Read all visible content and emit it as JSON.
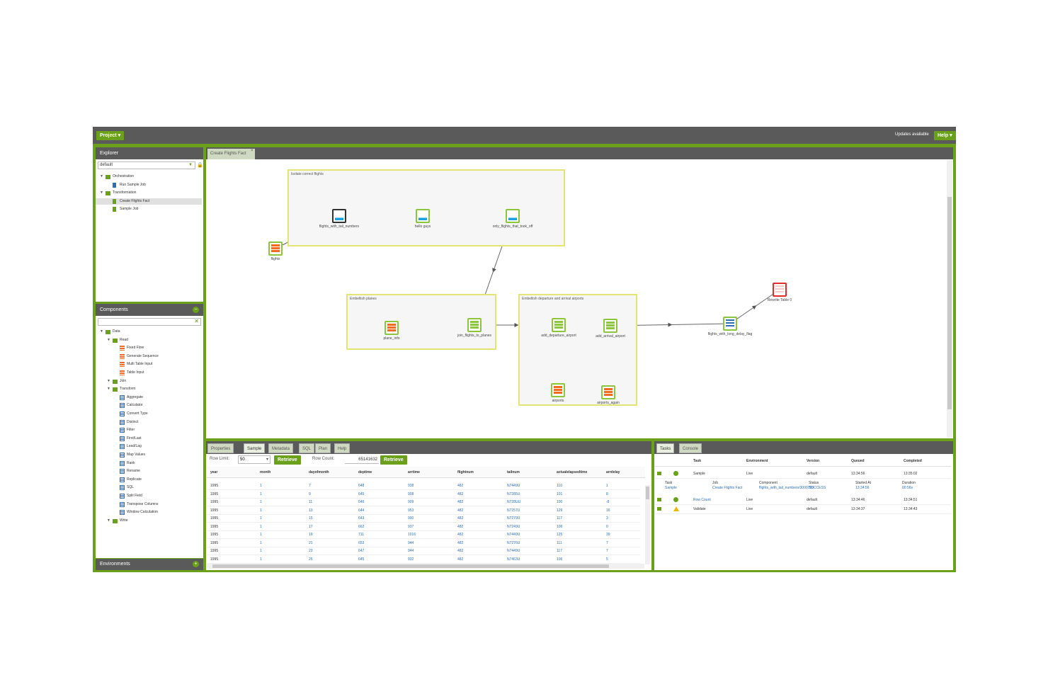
{
  "topbar": {
    "project_label": "Project ▾",
    "updates_label": "Updates available",
    "help_label": "Help ▾"
  },
  "explorer": {
    "title": "Explorer",
    "select_value": "default",
    "tree": [
      {
        "label": "Orchestration",
        "type": "folder",
        "indent": 0
      },
      {
        "label": "Run Sample Job",
        "type": "job",
        "indent": 1
      },
      {
        "label": "Transformation",
        "type": "folder",
        "indent": 0
      },
      {
        "label": "Create Flights Fact",
        "type": "job-green",
        "indent": 1,
        "selected": true
      },
      {
        "label": "Sample Job",
        "type": "job-green",
        "indent": 1
      }
    ]
  },
  "components": {
    "title": "Components",
    "tree": [
      {
        "label": "Data",
        "type": "folder",
        "indent": 0
      },
      {
        "label": "Read",
        "type": "folder",
        "indent": 1
      },
      {
        "label": "Fixed Flow",
        "type": "comp-orange",
        "indent": 2
      },
      {
        "label": "Generate Sequence",
        "type": "comp-orange",
        "indent": 2
      },
      {
        "label": "Multi Table Input",
        "type": "comp-orange",
        "indent": 2
      },
      {
        "label": "Table Input",
        "type": "comp-orange",
        "indent": 2
      },
      {
        "label": "Join",
        "type": "folder",
        "indent": 1
      },
      {
        "label": "Transform",
        "type": "folder",
        "indent": 1
      },
      {
        "label": "Aggregate",
        "type": "comp-blue",
        "indent": 2
      },
      {
        "label": "Calculator",
        "type": "comp-blue",
        "indent": 2
      },
      {
        "label": "Convert Type",
        "type": "comp-blue",
        "indent": 2
      },
      {
        "label": "Distinct",
        "type": "comp-blue",
        "indent": 2
      },
      {
        "label": "Filter",
        "type": "comp-blue",
        "indent": 2
      },
      {
        "label": "First/Last",
        "type": "comp-blue",
        "indent": 2
      },
      {
        "label": "Lead/Lag",
        "type": "comp-blue",
        "indent": 2
      },
      {
        "label": "Map Values",
        "type": "comp-blue",
        "indent": 2
      },
      {
        "label": "Rank",
        "type": "comp-blue",
        "indent": 2
      },
      {
        "label": "Rename",
        "type": "comp-blue",
        "indent": 2
      },
      {
        "label": "Replicate",
        "type": "comp-blue",
        "indent": 2
      },
      {
        "label": "SQL",
        "type": "comp-blue",
        "indent": 2
      },
      {
        "label": "Split Field",
        "type": "comp-blue",
        "indent": 2
      },
      {
        "label": "Transpose Columns",
        "type": "comp-blue",
        "indent": 2
      },
      {
        "label": "Window Calculation",
        "type": "comp-blue",
        "indent": 2
      },
      {
        "label": "Write",
        "type": "folder",
        "indent": 1
      }
    ]
  },
  "environments": {
    "title": "Environments"
  },
  "canvas": {
    "tab_label": "Create Flights Fact",
    "groups": [
      {
        "id": "g1",
        "title": "Isolate correct flights"
      },
      {
        "id": "g2",
        "title": "Embellish planes"
      },
      {
        "id": "g3",
        "title": "Embellish departure and arrival airports"
      }
    ],
    "nodes": [
      {
        "id": "flights",
        "label": "flights",
        "kind": "input"
      },
      {
        "id": "fwtn",
        "label": "flights_with_tail_numbers",
        "kind": "filter-sel"
      },
      {
        "id": "hello",
        "label": "hello guys",
        "kind": "filter"
      },
      {
        "id": "only",
        "label": "only_flights_that_took_off",
        "kind": "filter"
      },
      {
        "id": "plane",
        "label": "plane_info",
        "kind": "input"
      },
      {
        "id": "join",
        "label": "join_flights_to_planes",
        "kind": "join"
      },
      {
        "id": "dep",
        "label": "add_departure_airport",
        "kind": "join"
      },
      {
        "id": "arr",
        "label": "add_arrival_airport",
        "kind": "join"
      },
      {
        "id": "airports",
        "label": "airports",
        "kind": "input"
      },
      {
        "id": "airports2",
        "label": "airports_again",
        "kind": "input"
      },
      {
        "id": "delay",
        "label": "flights_with_long_delay_flag",
        "kind": "calc"
      },
      {
        "id": "rewrite",
        "label": "Rewrite Table 0",
        "kind": "output"
      }
    ]
  },
  "sample_panel": {
    "tabs": [
      "Properties",
      "Sample",
      "Metadata",
      "SQL",
      "Plan",
      "Help"
    ],
    "active_tab": "Sample",
    "row_limit_label": "Row Limit:",
    "row_limit_value": "50",
    "retrieve_label": "Retrieve",
    "row_count_label": "Row Count:",
    "row_count_value": "65141632",
    "columns": [
      "year",
      "month",
      "dayofmonth",
      "deptime",
      "arrtime",
      "flightnum",
      "tailnum",
      "actualelapsedtime",
      "arrdelay"
    ],
    "rows": [
      [
        "1995",
        "1",
        "7",
        "648",
        "938",
        "482",
        "N7449U",
        "110",
        "1"
      ],
      [
        "1995",
        "1",
        "9",
        "645",
        "908",
        "482",
        "N7285U",
        "101",
        "8"
      ],
      [
        "1995",
        "1",
        "11",
        "646",
        "909",
        "482",
        "N728UU",
        "100",
        "-8"
      ],
      [
        "1995",
        "1",
        "13",
        "644",
        "953",
        "482",
        "N7257U",
        "129",
        "16"
      ],
      [
        "1995",
        "1",
        "15",
        "643",
        "900",
        "482",
        "N7279U",
        "117",
        "3"
      ],
      [
        "1995",
        "1",
        "17",
        "662",
        "937",
        "482",
        "N7249U",
        "106",
        "0"
      ],
      [
        "1995",
        "1",
        "19",
        "711",
        "1016",
        "482",
        "N7449U",
        "125",
        "39"
      ],
      [
        "1995",
        "1",
        "21",
        "653",
        "944",
        "482",
        "N7276U",
        "111",
        "7"
      ],
      [
        "1995",
        "1",
        "23",
        "647",
        "944",
        "482",
        "N7449U",
        "117",
        "7"
      ],
      [
        "1995",
        "1",
        "25",
        "645",
        "932",
        "482",
        "N7463U",
        "106",
        "5"
      ]
    ]
  },
  "tasks_panel": {
    "tabs": [
      "Tasks",
      "Console"
    ],
    "active_tab": "Tasks",
    "columns": [
      "Task",
      "Environment",
      "Version",
      "Queued",
      "Completed"
    ],
    "tasks": [
      {
        "status": "ok",
        "task": "Sample",
        "env": "Live",
        "version": "default",
        "queued": "13:34:56",
        "completed": "13:35:02"
      },
      {
        "status": "ok",
        "task": "Row Count",
        "env": "Live",
        "version": "default",
        "queued": "13:34:46",
        "completed": "13:34:51"
      },
      {
        "status": "warn",
        "task": "Validate",
        "env": "Live",
        "version": "default",
        "queued": "13:34:37",
        "completed": "13:34:43"
      }
    ],
    "detail": {
      "task_label": "Task",
      "task_value": "Sample",
      "job_label": "Job",
      "job_value": "Create Flights Fact",
      "component_label": "Component",
      "component_value": "flights_with_tail_numbers/3000755",
      "status_label": "Status",
      "status_value": "SUCCESS",
      "started_label": "Started At",
      "started_value": "13:34:56",
      "duration_label": "Duration",
      "duration_value": "00:56s"
    }
  },
  "colors": {
    "accent": "#6aa01a",
    "header": "#5a5a5a",
    "input": "#f26b21",
    "filter": "#1aa1e0",
    "output": "#e22c2c",
    "group": "#e2e473"
  }
}
